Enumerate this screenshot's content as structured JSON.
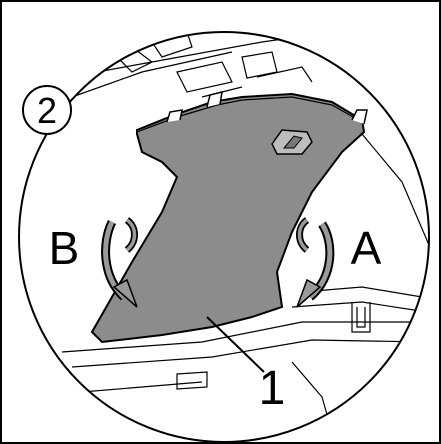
{
  "figure": {
    "step_number": "2",
    "part_label": "1",
    "arrow_labels": {
      "left": "B",
      "right": "A"
    },
    "colors": {
      "panel_fill": "#8c8c8c",
      "line": "#000000",
      "background": "#ffffff"
    }
  }
}
